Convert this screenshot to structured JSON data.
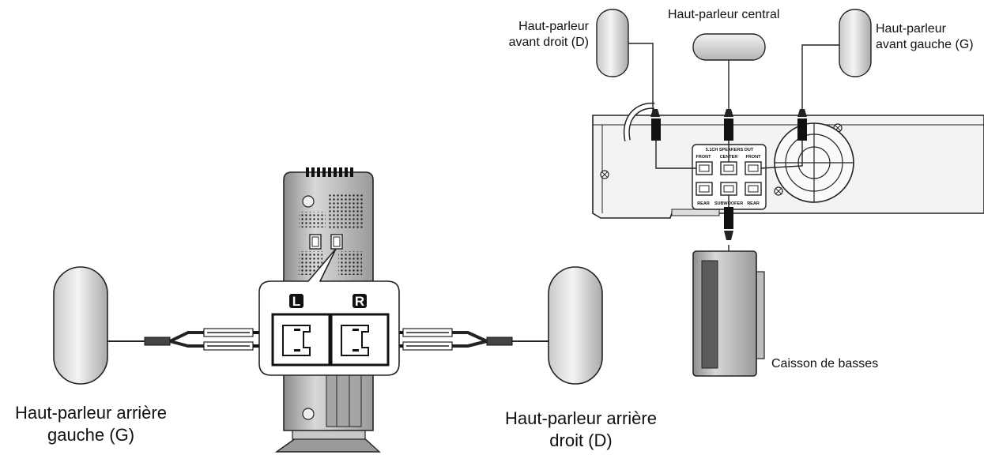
{
  "labels": {
    "front_right": [
      "Haut-parleur",
      "avant droit (D)"
    ],
    "center": "Haut-parleur central",
    "front_left": [
      "Haut-parleur",
      "avant gauche (G)"
    ],
    "subwoofer": "Caisson de basses",
    "rear_left": [
      "Haut-parleur arrière",
      "gauche (G)"
    ],
    "rear_right": [
      "Haut-parleur arrière",
      "droit (D)"
    ]
  },
  "panel": {
    "title": "5.1CH SPEAKERS OUT",
    "top_labels": [
      "FRONT",
      "CENTER",
      "FRONT"
    ],
    "bottom_labels": [
      "REAR",
      "SUBWOOFER",
      "REAR"
    ]
  },
  "rear_terminal": {
    "left_badge": "L",
    "right_badge": "R"
  }
}
